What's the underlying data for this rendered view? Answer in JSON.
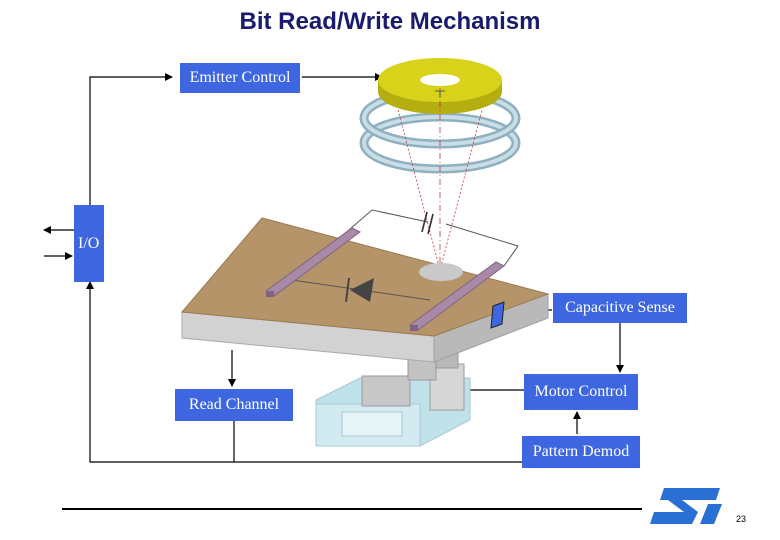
{
  "title": "Bit Read/Write Mechanism",
  "blocks": {
    "emitter_control": "Emitter Control",
    "io": "I/O",
    "capacitive_sense": "Capacitive Sense",
    "read_channel": "Read Channel",
    "motor_control": "Motor Control",
    "pattern_demod": "Pattern Demod"
  },
  "page_number": "23",
  "colors": {
    "block_fill": "#3d66e0",
    "block_text": "#ffffff",
    "title": "#1a1a6e",
    "emitter_ring": "#d8d21a",
    "coil": "#a9c4d2",
    "platform_top": "#b5946a",
    "platform_side": "#cfcfcf",
    "rail": "#a889a8",
    "base": "#bfe1ea",
    "logo": "#2a6fd4"
  }
}
